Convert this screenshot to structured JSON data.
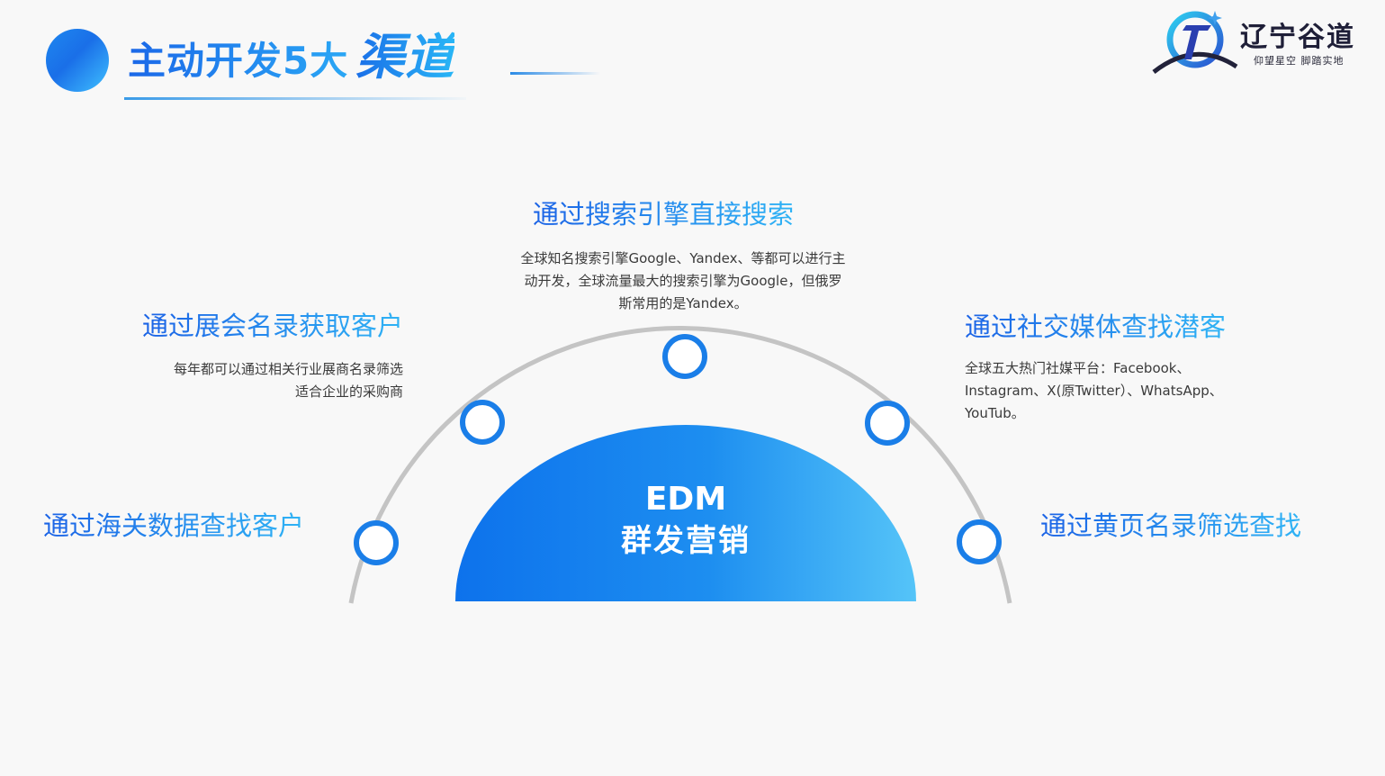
{
  "header": {
    "title_main": "主动开发5大",
    "title_emphasis": "渠道"
  },
  "logo": {
    "name": "辽宁谷道",
    "slogan": "仰望星空  脚踏实地"
  },
  "center": {
    "line1": "EDM",
    "line2": "群发营销"
  },
  "channels": [
    {
      "title": "通过海关数据查找客户",
      "desc": []
    },
    {
      "title": "通过展会名录获取客户",
      "desc": [
        "每年都可以通过相关行业展商名录筛选",
        "适合企业的采购商"
      ]
    },
    {
      "title": "通过搜索引擎直接搜索",
      "desc": [
        "全球知名搜索引擎Google、Yandex、等都可以进行主",
        "动开发，全球流量最大的搜索引擎为Google，但俄罗",
        "斯常用的是Yandex。"
      ]
    },
    {
      "title": "通过社交媒体查找潜客",
      "desc": [
        "全球五大热门社媒平台：Facebook、",
        "Instagram、X(原Twitter）、WhatsApp、",
        "YouTub。"
      ]
    },
    {
      "title": "通过黄页名录筛选查找",
      "desc": []
    }
  ],
  "colors": {
    "accent_dark": "#1a6fe8",
    "accent_light": "#4fc3f7",
    "arc": "#c4c4c4",
    "background": "#f8f8f8"
  }
}
